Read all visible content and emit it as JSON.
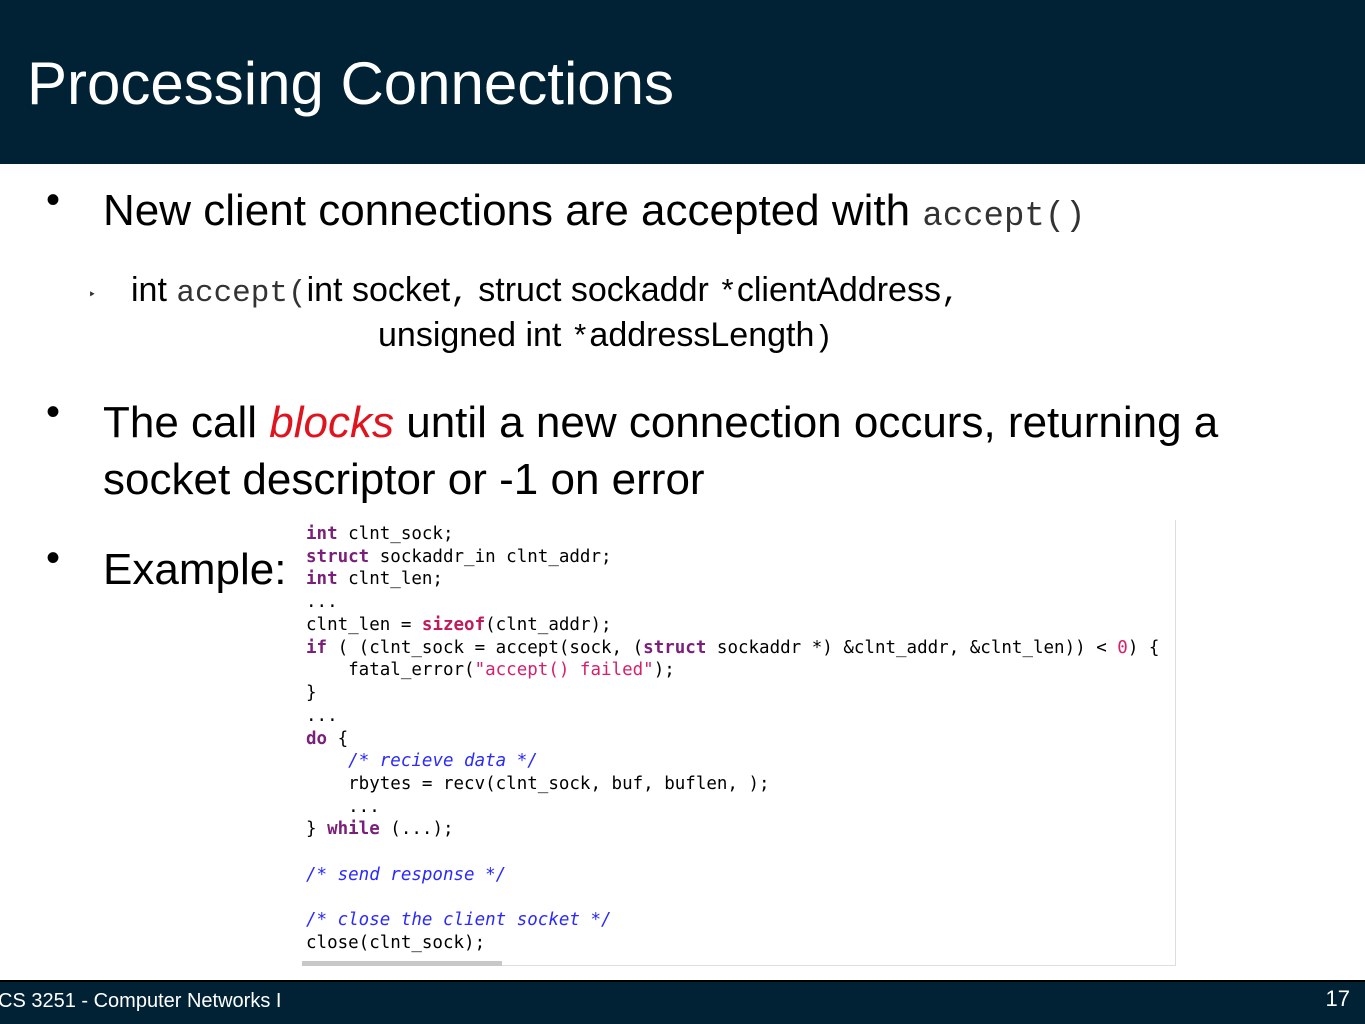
{
  "slide": {
    "title": "Processing Connections",
    "bullets": {
      "b1": {
        "text": "New client connections are accepted with ",
        "code": "accept()"
      },
      "b2": {
        "pre": "The call ",
        "emph": "blocks",
        "post": " until a new connection occurs, returning a socket descriptor or -1 on error"
      },
      "b3": {
        "text": "Example:"
      }
    },
    "signature": {
      "t1": "int ",
      "m1": "accept(",
      "t2": "int socket",
      "m2": ",",
      "t3": " struct sockaddr ",
      "m3": "*",
      "t4": "clientAddress",
      "m4": ",",
      "t5": "unsigned int ",
      "m5": "*",
      "t6": "addressLength",
      "m6": ")"
    },
    "code": {
      "l1a": "int",
      "l1b": " clnt_sock;",
      "l2a": "struct",
      "l2b": " sockaddr_in clnt_addr;",
      "l3a": "int",
      "l3b": " clnt_len;",
      "l4": "...",
      "l5a": "clnt_len = ",
      "l5b": "sizeof",
      "l5c": "(clnt_addr);",
      "l6a": "if",
      "l6b": " ( (clnt_sock = accept(sock, (",
      "l6c": "struct",
      "l6d": " sockaddr *) &clnt_addr, &clnt_len)) < ",
      "l6e": "0",
      "l6f": ") {",
      "l7a": "    fatal_error(",
      "l7b": "\"accept() failed\"",
      "l7c": ");",
      "l8": "}",
      "l9": "...",
      "l10a": "do",
      "l10b": " {",
      "l11a": "    ",
      "l11b": "/* recieve data */",
      "l12": "    rbytes = recv(clnt_sock, buf, buflen, );",
      "l13": "    ...",
      "l14a": "} ",
      "l14b": "while",
      "l14c": " (...);",
      "l16": "/* send response */",
      "l18": "/* close the client socket */",
      "l19": "close(clnt_sock);"
    }
  },
  "footer": {
    "course": "CS 3251 - Computer Networks I",
    "page": "17"
  },
  "colors": {
    "header_bg": "#012235",
    "emphasis": "#e0141e",
    "keyword": "#7a1f7a",
    "comment": "#2a2aff",
    "string": "#d6206c"
  }
}
